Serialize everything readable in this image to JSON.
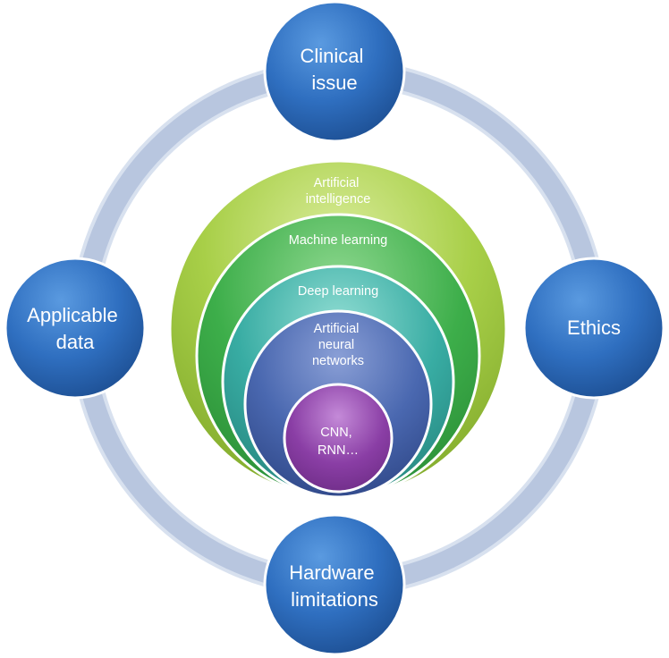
{
  "outer_nodes": {
    "top": {
      "lines": [
        "Clinical",
        "issue"
      ]
    },
    "right": {
      "lines": [
        "Ethics"
      ]
    },
    "bottom": {
      "lines": [
        "Hardware",
        "limitations"
      ]
    },
    "left": {
      "lines": [
        "Applicable",
        "data"
      ]
    }
  },
  "nested_layers": [
    {
      "lines": [
        "Artificial",
        "intelligence"
      ]
    },
    {
      "lines": [
        "Machine learning"
      ]
    },
    {
      "lines": [
        "Deep learning"
      ]
    },
    {
      "lines": [
        "Artificial",
        "neural",
        "networks"
      ]
    },
    {
      "lines": [
        "CNN,",
        "RNN…"
      ]
    }
  ],
  "colors": {
    "ring": "#b8c6df",
    "ring_edge": "#d8e1ef",
    "node_blue": "#2f6fc0",
    "node_blue_dark": "#1d4f93",
    "layer_1": "#9cc43a",
    "layer_2": "#3dae4a",
    "layer_3": "#38aca3",
    "layer_4": "#3d5ea8",
    "layer_5": "#8a3ea5"
  }
}
